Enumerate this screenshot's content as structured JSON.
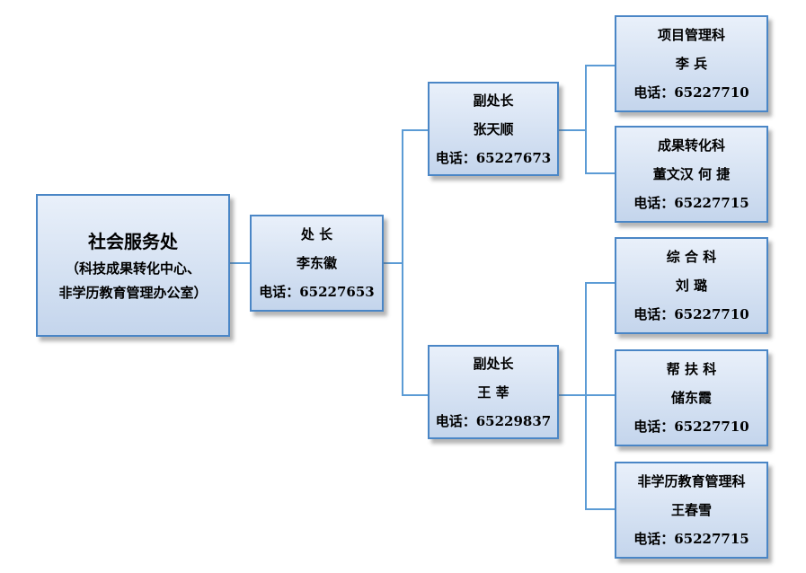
{
  "org": {
    "root": {
      "name": "社会服务处",
      "line2": "（科技成果转化中心、",
      "line3": "非学历教育管理办公室）"
    },
    "head": {
      "title": "处 长",
      "person": "李东徽",
      "phone": "电话：65227653"
    },
    "deputy1": {
      "title": "副处长",
      "person": "张天顺",
      "phone": "电话：65227673"
    },
    "deputy2": {
      "title": "副处长",
      "person": "王 莘",
      "phone": "电话：65229837"
    },
    "dept1": {
      "title": "项目管理科",
      "person": "李 兵",
      "phone": "电话：65227710"
    },
    "dept2": {
      "title": "成果转化科",
      "person": "董文汉 何 捷",
      "phone": "电话：65227715"
    },
    "dept3": {
      "title": "综 合 科",
      "person": "刘 璐",
      "phone": "电话：65227710"
    },
    "dept4": {
      "title": "帮 扶 科",
      "person": "储东霞",
      "phone": "电话：65227710"
    },
    "dept5": {
      "title": "非学历教育管理科",
      "person": "王春雪",
      "phone": "电话：65227715"
    }
  },
  "colors": {
    "border": "#4a86c6",
    "line": "#5b9bd5",
    "fill_top": "#e9f0fa",
    "fill_bottom": "#c4d5ec"
  }
}
